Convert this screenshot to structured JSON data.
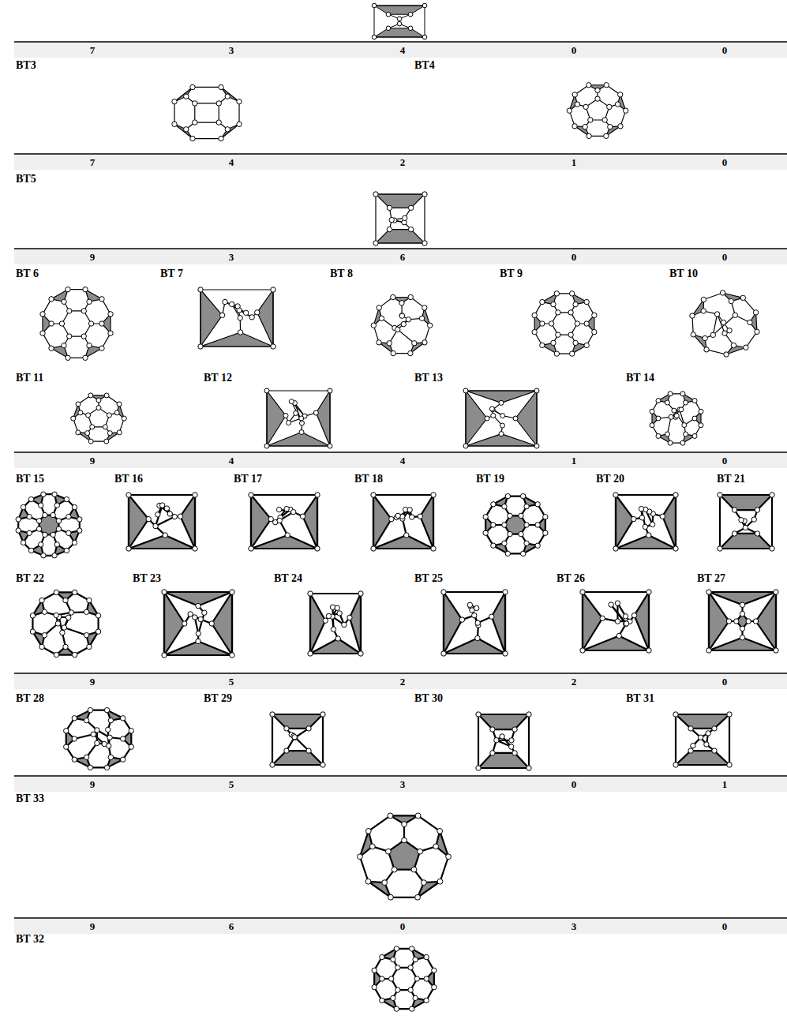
{
  "diagram": {
    "labels": [
      "7",
      "3",
      "4",
      "0",
      "0",
      "BT3",
      "BT4",
      "7",
      "4",
      "2",
      "1",
      "0",
      "BT5",
      "9",
      "3",
      "6",
      "0",
      "0",
      "BT 6",
      "BT 7",
      "BT 8",
      "BT 9",
      "BT 10",
      "BT 11",
      "BT 12",
      "BT 13",
      "BT 14",
      "9",
      "4",
      "4",
      "1",
      "0",
      "BT 15",
      "BT 16",
      "BT 17",
      "BT 18",
      "BT 19",
      "BT 20",
      "BT 21",
      "BT 22",
      "BT 23",
      "BT 24",
      "BT 25",
      "BT 26",
      "BT 27",
      "9",
      "5",
      "2",
      "2",
      "0",
      "BT 28",
      "BT 29",
      "BT 30",
      "BT 31",
      "9",
      "5",
      "3",
      "0",
      "1",
      "BT 33",
      "9",
      "6",
      "0",
      "3",
      "0",
      "BT 32"
    ]
  }
}
